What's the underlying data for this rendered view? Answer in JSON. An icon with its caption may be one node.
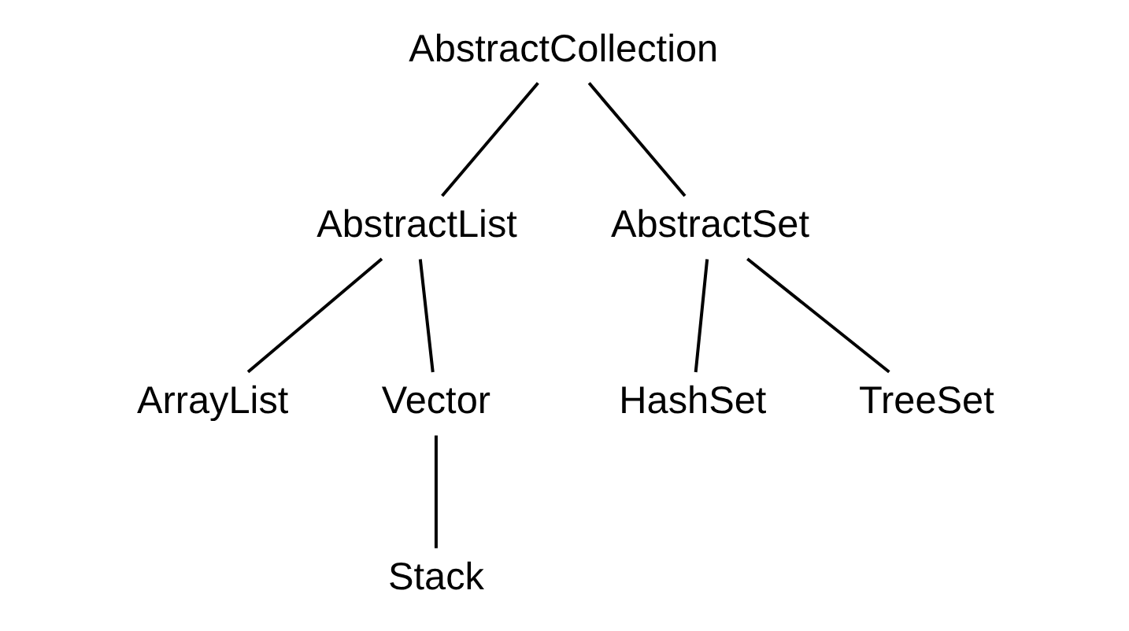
{
  "diagram": {
    "nodes": [
      {
        "text": [
          "AbstractCollection"
        ]
      },
      {
        "text": [
          "AbstractList"
        ]
      },
      {
        "text": [
          "AbstractSet"
        ]
      },
      {
        "text": [
          "ArrayList"
        ]
      },
      {
        "text": [
          "Vector"
        ]
      },
      {
        "text": [
          "HashSet"
        ]
      },
      {
        "text": [
          "TreeSet"
        ]
      },
      {
        "text": [
          "Stack"
        ]
      }
    ],
    "edges": [
      {
        "from": 0,
        "to": 1,
        "arrow": "none"
      },
      {
        "from": 0,
        "to": 2,
        "arrow": "none"
      },
      {
        "from": 1,
        "to": 3,
        "arrow": "none"
      },
      {
        "from": 1,
        "to": 4,
        "arrow": "none"
      },
      {
        "from": 2,
        "to": 5,
        "arrow": "none"
      },
      {
        "from": 2,
        "to": 6,
        "arrow": "none"
      },
      {
        "from": 4,
        "to": 7,
        "arrow": "none"
      }
    ]
  }
}
